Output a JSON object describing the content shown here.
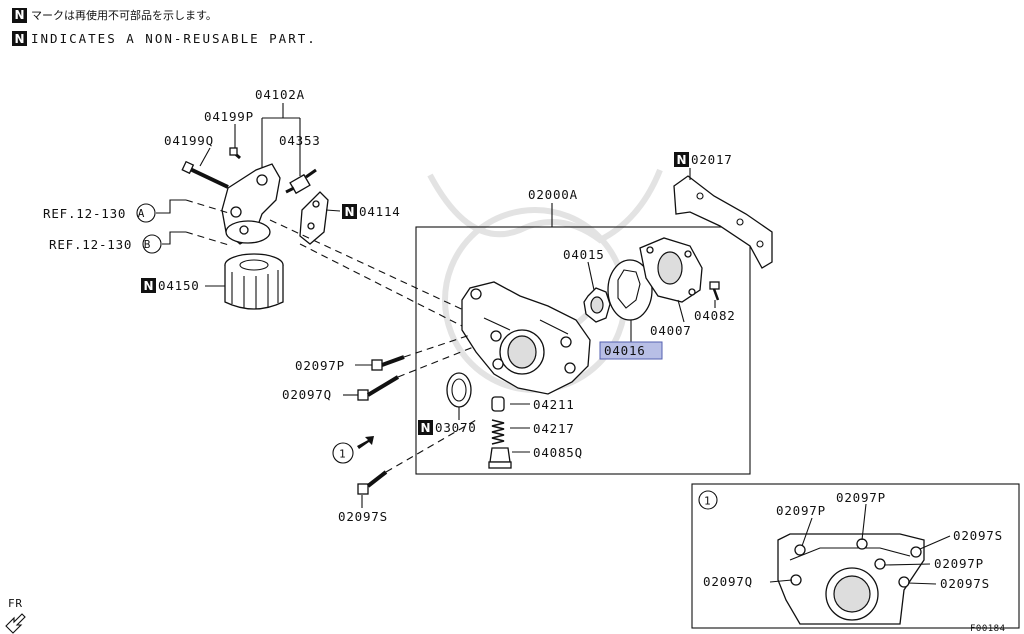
{
  "legend": {
    "jp": "マークは再使用不可部品を示します。",
    "en": "INDICATES A NON-REUSABLE PART.",
    "n_mark": "N"
  },
  "parts": {
    "p04102A": "04102A",
    "p04199P": "04199P",
    "p04199Q": "04199Q",
    "p04353": "04353",
    "p04114": "04114",
    "ref_a": "REF.12-130",
    "ref_a_circle": "A",
    "ref_b": "REF.12-130",
    "ref_b_circle": "B",
    "p04150": "04150",
    "p02017": "02017",
    "p02000A": "02000A",
    "p04015": "04015",
    "p04007": "04007",
    "p04082": "04082",
    "p04016": "04016",
    "p02097P": "02097P",
    "p02097Q": "02097Q",
    "p04211": "04211",
    "p03070": "03070",
    "p04217": "04217",
    "p04085Q": "04085Q",
    "p02097S": "02097S",
    "view_marker": "1"
  },
  "inset": {
    "marker": "1",
    "l02097P_a": "02097P",
    "l02097P_b": "02097P",
    "l02097S_a": "02097S",
    "l02097P_c": "02097P",
    "l02097Q": "02097Q",
    "l02097S_b": "02097S"
  },
  "fr_label": "FR",
  "figure_id": "F00184",
  "colors": {
    "highlight_fill": "#b8bfe6",
    "highlight_stroke": "#5560b0"
  }
}
